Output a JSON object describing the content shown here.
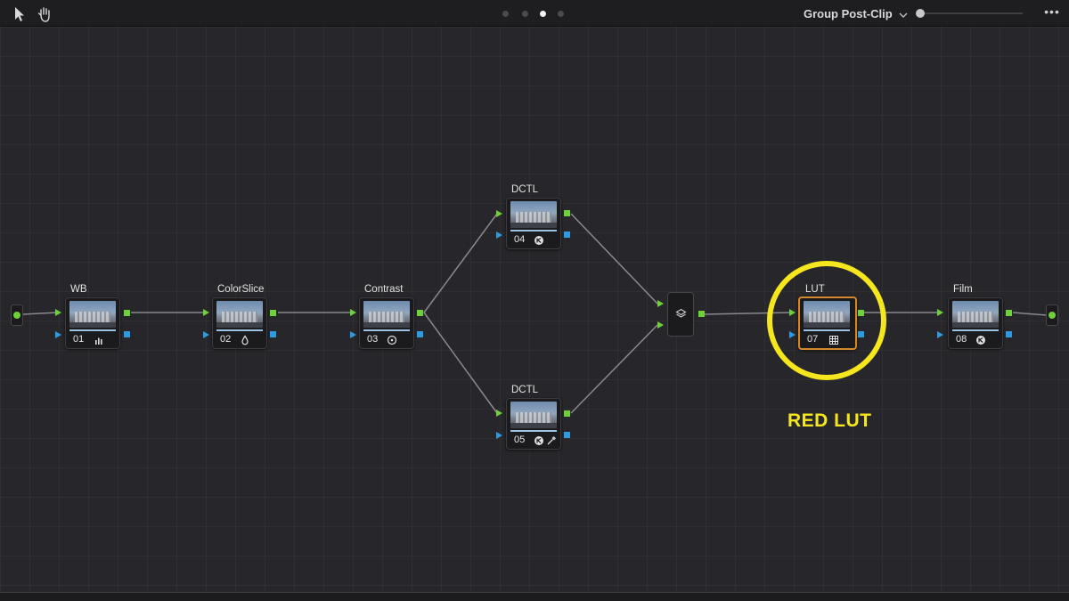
{
  "toolbar": {
    "pointer_tool": "pointer-icon",
    "hand_tool": "hand-icon",
    "page_indicator": {
      "count": 4,
      "active_index": 2
    },
    "mode_label": "Group Post-Clip",
    "zoom_level": 0.0,
    "more_icon": "more-dots-icon",
    "more_label": "•••"
  },
  "nodes": [
    {
      "id": "wb",
      "label": "WB",
      "number": "01",
      "tool_icon": "bars-icon"
    },
    {
      "id": "colorslice",
      "label": "ColorSlice",
      "number": "02",
      "tool_icon": "droplet-icon"
    },
    {
      "id": "contrast",
      "label": "Contrast",
      "number": "03",
      "tool_icon": "circle-dot-icon"
    },
    {
      "id": "dctl-top",
      "label": "DCTL",
      "number": "04",
      "tool_icon": "dctl-icon"
    },
    {
      "id": "dctl-bottom",
      "label": "DCTL",
      "number": "05",
      "tool_icon": "dctl-picker-icon"
    },
    {
      "id": "lut",
      "label": "LUT",
      "number": "07",
      "tool_icon": "grid-icon",
      "selected": true
    },
    {
      "id": "film",
      "label": "Film",
      "number": "08",
      "tool_icon": "dctl-icon"
    }
  ],
  "mixer": {
    "icon": "layers-icon"
  },
  "annotation": {
    "label": "RED LUT",
    "color": "#f5e61d"
  },
  "colors": {
    "rgb_port": "#6fd13a",
    "key_port": "#2e9be0",
    "selected_border": "#d48a2a",
    "link": "#8a8a8e"
  }
}
